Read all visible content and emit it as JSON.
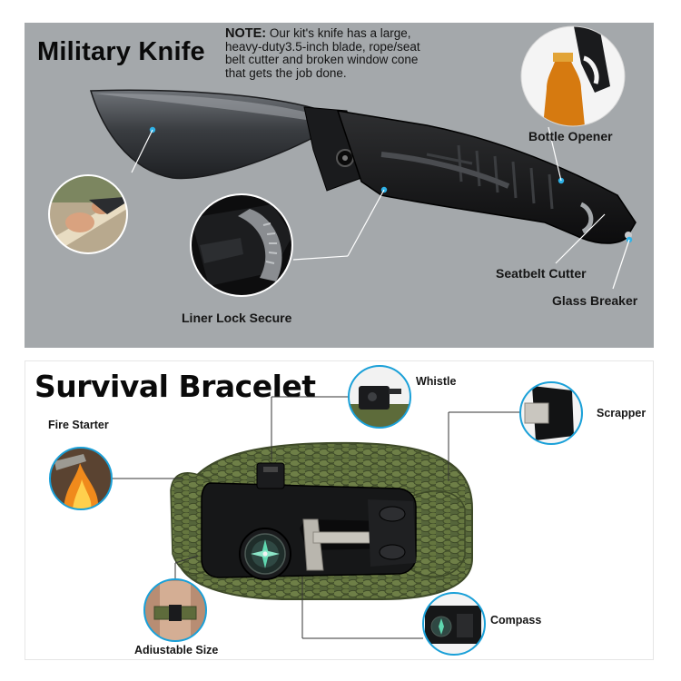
{
  "knife": {
    "title": "Military Knife",
    "note_head": "NOTE:",
    "note_line1": "Our kit's knife has a large,",
    "note_line2": "heavy-duty3.5-inch blade, rope/seat",
    "note_line3": "belt cutter and broken window cone",
    "note_line4": "that gets the job done.",
    "labels": {
      "bottle_opener": "Bottle Opener",
      "seatbelt_cutter": "Seatbelt Cutter",
      "glass_breaker": "Glass Breaker",
      "liner_lock": "Liner Lock Secure"
    }
  },
  "bracelet": {
    "title": "Survival Bracelet",
    "labels": {
      "fire_starter": "Fire Starter",
      "whistle": "Whistle",
      "scrapper": "Scrapper",
      "compass": "Compass",
      "adjustable": "Adiustable Size"
    }
  },
  "colors": {
    "knife_panel_bg": "#a4a8ab",
    "paracord_green": "#5d6b3a",
    "callout_ring": "#1aa0d8"
  }
}
